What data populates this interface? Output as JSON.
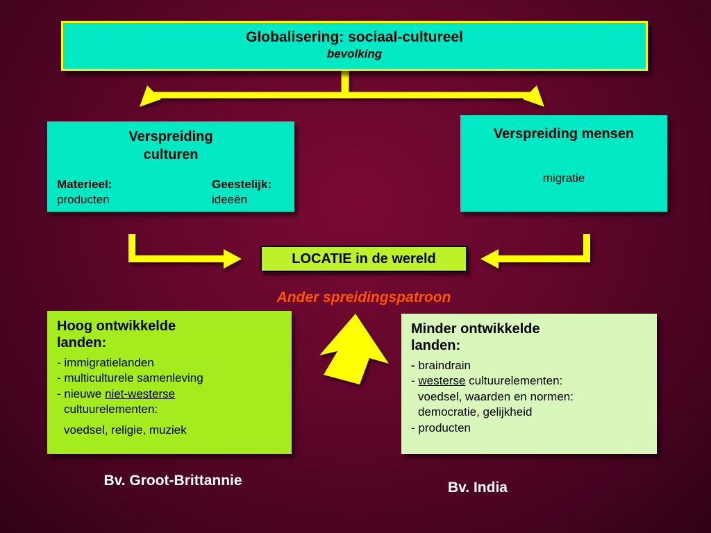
{
  "colors": {
    "background": "#63062b",
    "cyan_box": "#00e9c5",
    "yellow_accent": "#ffff00",
    "locatie_box": "#bdf22a",
    "developed_box": "#a4ec1e",
    "less_developed_box": "#d9f6bb",
    "pattern_text": "#ff5500",
    "caption_text": "#ffffff"
  },
  "title_box": {
    "title": "Globalisering: sociaal-cultureel",
    "subtitle": "bevolking"
  },
  "spread_cultures_box": {
    "title": "Verspreiding\nculturen",
    "material_label": "Materieel:",
    "material_value": "producten",
    "spiritual_label": "Geestelijk:",
    "spiritual_value": "ideeën"
  },
  "spread_people_box": {
    "title": "Verspreiding mensen",
    "value": "migratie"
  },
  "location_box": {
    "label": "LOCATIE in de wereld"
  },
  "pattern_label": "Ander spreidingspatroon",
  "developed_box": {
    "title": "Hoog ontwikkelde\nlanden:",
    "item1": "- immigratielanden",
    "item2": "- multiculturele samenleving",
    "item3_pre": "- nieuwe ",
    "item3_underline": "niet-westerse",
    "item4": "cultuurelementen:",
    "item5": "voedsel, religie, muziek"
  },
  "less_developed_box": {
    "title": "Minder ontwikkelde\nlanden:",
    "item1_dash": "- ",
    "item1_text": "braindrain",
    "item2_pre": "- ",
    "item2_underline": "westerse",
    "item2_post": " cultuurelementen:",
    "item3": "voedsel, waarden en normen:",
    "item4": "democratie, gelijkheid",
    "item5": "- producten"
  },
  "captions": {
    "left": "Bv. Groot-Brittannie",
    "right": "Bv. India"
  }
}
